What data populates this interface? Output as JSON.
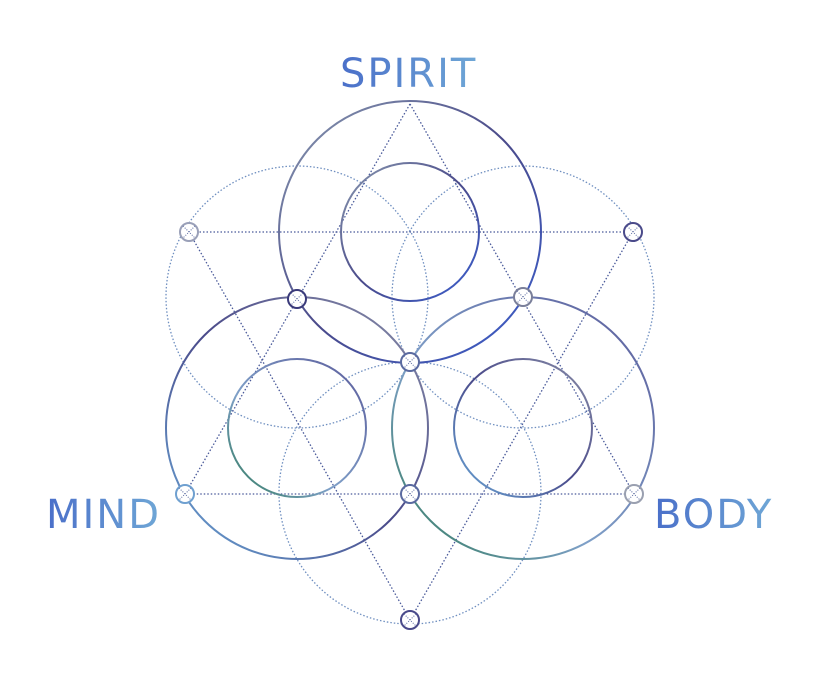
{
  "labels": {
    "spirit": "SPIRIT",
    "mind": "MIND",
    "body": "BODY"
  },
  "colors": {
    "text_start": "#4a6fc9",
    "text_end": "#6fa7d6",
    "solid_stroke_dark": "#4a4a8a",
    "solid_stroke_light": "#8a9ab0",
    "dotted_stroke": "#6f8fc0",
    "accent_green": "#2e7a5a",
    "accent_blue": "#3a5fd0"
  }
}
